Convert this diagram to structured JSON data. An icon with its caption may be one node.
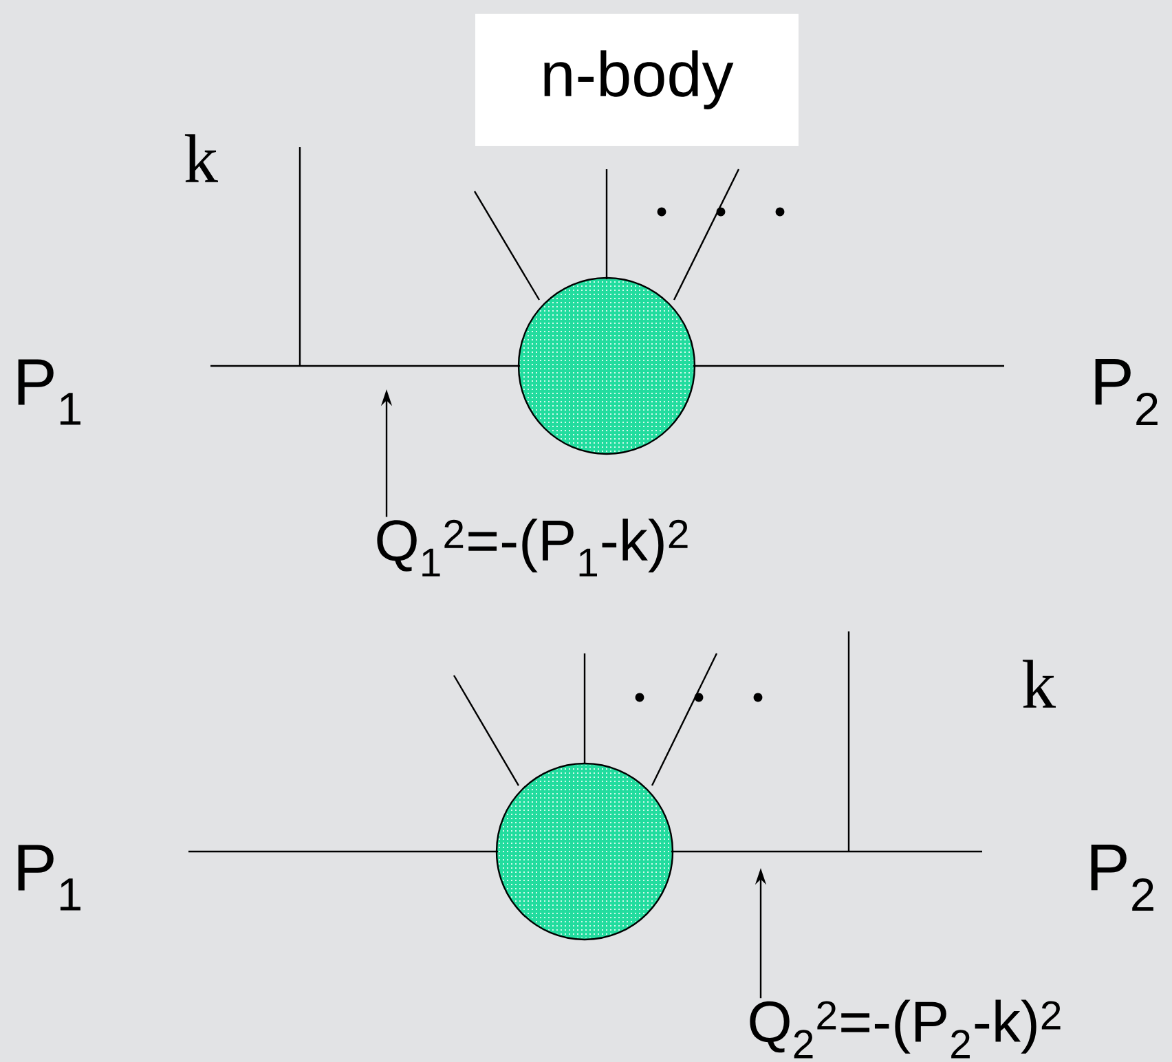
{
  "diagram": {
    "nodes": [
      {
        "text": [
          "n-body"
        ]
      },
      {
        "text": [
          "k"
        ]
      },
      {
        "text": [
          "P$_{1}$"
        ]
      },
      {
        "text": [],
        "shape": "circle"
      },
      {
        "text": [
          "P$_{2}$"
        ]
      },
      {
        "text": [
          "Q$_{1}$$^{2}$=-(P$_{1}$-k)$^{2}$"
        ]
      },
      {
        "text": [
          "k"
        ]
      },
      {
        "text": [
          "P$_{1}$"
        ]
      },
      {
        "text": [],
        "shape": "circle"
      },
      {
        "text": [
          "P$_{2}$"
        ]
      },
      {
        "text": [
          "Q$_{2}$$^{2}$=-(P$_{2}$-k)$^{2}$"
        ]
      }
    ],
    "edges": [
      {
        "from": 5,
        "to": null,
        "arrow": "to"
      },
      {
        "from": 10,
        "to": null,
        "arrow": "to"
      }
    ]
  }
}
